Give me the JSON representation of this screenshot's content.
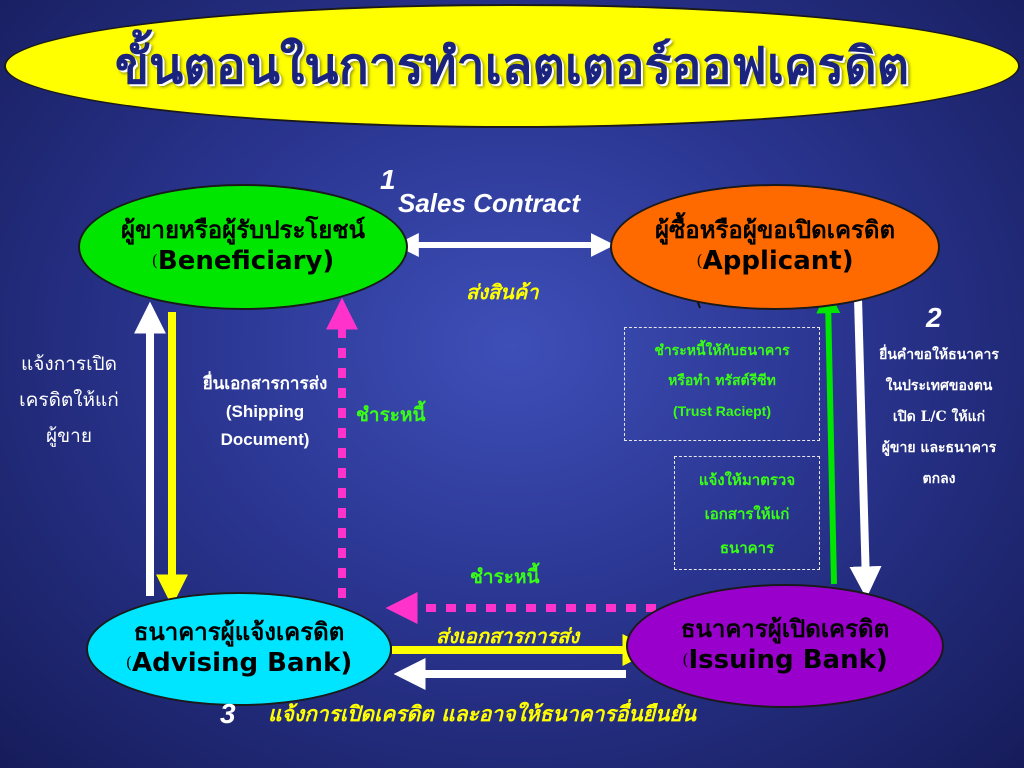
{
  "title": "ขั้นตอนในการทำเลตเตอร์ออฟเครดิต",
  "nodes": {
    "beneficiary": {
      "th": "ผู้ขายหรือผู้รับประโยชน์",
      "open": "(",
      "en": "Beneficiary)",
      "color": "#00e600"
    },
    "applicant": {
      "th": "ผู้ซื้อหรือผู้ขอเปิดเครดิต",
      "open": "(",
      "en": "Applicant)",
      "color": "#ff6a00"
    },
    "advising": {
      "th": "ธนาคารผู้แจ้งเครดิต",
      "open": "(",
      "en": "Advising Bank)",
      "color": "#00e5ff"
    },
    "issuing": {
      "th": "ธนาคารผู้เปิดเครดิต",
      "open": "(",
      "en": "Issuing Bank)",
      "color": "#9900cc"
    }
  },
  "labels": {
    "step1_num": "1",
    "sales_contract": "Sales Contract",
    "ship_goods": "ส่งสินค้า",
    "notify_seller": [
      "แจ้งการเปิด",
      "เครดิตให้แก่",
      "ผู้ขาย"
    ],
    "submit_docs": [
      "ยื่นเอกสารการส่ง",
      "(Shipping",
      "Document)"
    ],
    "pay_debt_1": "ชำระหนี้",
    "trust_receipt": [
      "ชำระหนี้ให้กับธนาคาร",
      "หรือทำ ทรัสต์รีซีท",
      "(Trust Raciept)"
    ],
    "notify_inspect": [
      "แจ้งให้มาตรวจ",
      "เอกสารให้แก่",
      "ธนาคาร"
    ],
    "step2_num": "2",
    "step2_text": [
      "ยื่นคำขอให้ธนาคาร",
      "ในประเทศของตน",
      "เปิด L/C ให้แก่",
      "ผู้ขาย และธนาคาร",
      "ตกลง"
    ],
    "pay_debt_2": "ชำระหนี้",
    "send_docs": "ส่งเอกสารการส่ง",
    "step3_num": "3",
    "bottom_note": "แจ้งการเปิดเครดิต และอาจให้ธนาคารอื่นยืนยัน"
  },
  "colors": {
    "title_bg": "#ffff00",
    "title_text": "#1a237e",
    "dashed_pink": "#ff33cc",
    "arrow_yellow": "#ffff00",
    "arrow_green": "#00e600",
    "arrow_white": "#ffffff"
  }
}
